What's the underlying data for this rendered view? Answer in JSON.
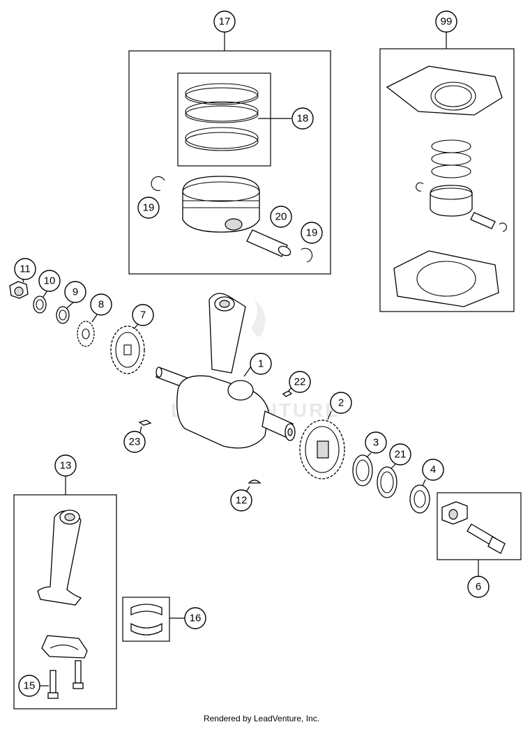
{
  "callouts": {
    "c1": "1",
    "c2": "2",
    "c3": "3",
    "c4": "4",
    "c6": "6",
    "c7": "7",
    "c8": "8",
    "c9": "9",
    "c10": "10",
    "c11": "11",
    "c12": "12",
    "c13": "13",
    "c15": "15",
    "c16": "16",
    "c17": "17",
    "c18": "18",
    "c19a": "19",
    "c19b": "19",
    "c20": "20",
    "c21": "21",
    "c22": "22",
    "c23": "23",
    "c99": "99"
  },
  "watermark": "LEADVENTURE",
  "footer": "Rendered by LeadVenture, Inc."
}
